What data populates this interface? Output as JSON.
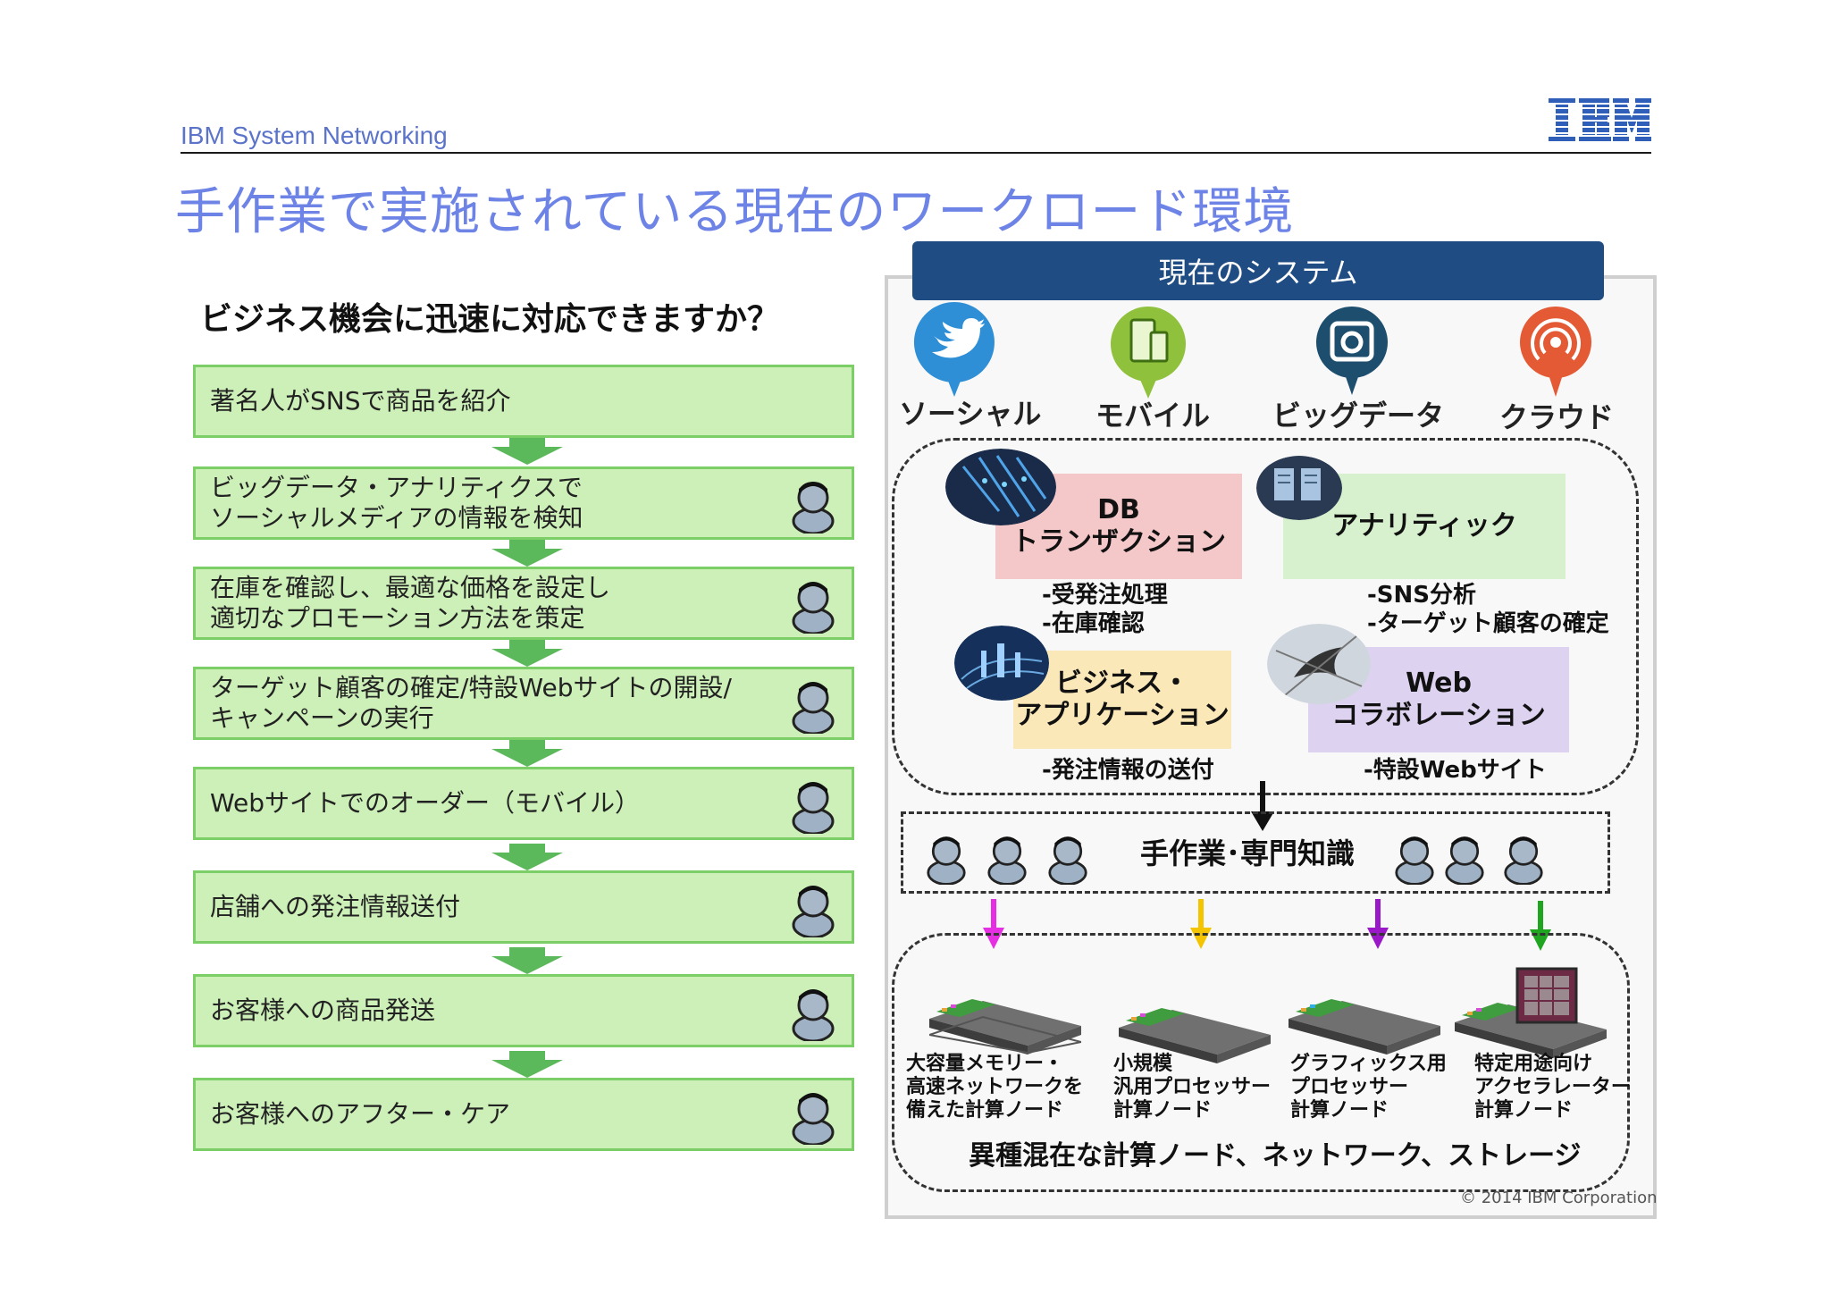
{
  "header": {
    "brand": "IBM System Networking",
    "logo_text": "IBM",
    "title": "手作業で実施されている現在のワークロード環境"
  },
  "left": {
    "question": "ビジネス機会に迅速に対応できますか？",
    "steps": [
      {
        "text": "著名人がSNSで商品を紹介",
        "person": false
      },
      {
        "text": "ビッグデータ・アナリティクスで\nソーシャルメディアの情報を検知",
        "person": true
      },
      {
        "text": "在庫を確認し、最適な価格を設定し\n適切なプロモーション方法を策定",
        "person": true
      },
      {
        "text": "ターゲット顧客の確定/特設Webサイトの開設/\nキャンペーンの実行",
        "person": true
      },
      {
        "text": "Webサイトでのオーダー（モバイル）",
        "person": true
      },
      {
        "text": "店舗への発注情報送付",
        "person": true
      },
      {
        "text": "お客様への商品発送",
        "person": true
      },
      {
        "text": "お客様へのアフター・ケア",
        "person": true
      }
    ]
  },
  "panel": {
    "header": "現在のシステム",
    "channels": [
      {
        "label": "ソーシャル",
        "icon": "twitter-bird-icon",
        "color": "#2f8fd6"
      },
      {
        "label": "モバイル",
        "icon": "mobile-phone-icon",
        "color": "#8fc13c"
      },
      {
        "label": "ビッグデータ",
        "icon": "camera-icon",
        "color": "#1d4e6e"
      },
      {
        "label": "クラウド",
        "icon": "broadcast-icon",
        "color": "#e35a34"
      }
    ],
    "workloads": [
      {
        "title": "DB\nトランザクション",
        "sub": "-受発注処理\n-在庫確認",
        "color": "#f4c7c9"
      },
      {
        "title": "アナリティック",
        "sub": "-SNS分析\n-ターゲット顧客の確定",
        "color": "#d7f1cf"
      },
      {
        "title": "ビジネス・\nアプリケーション",
        "sub": "-発注情報の送付",
        "color": "#fbe8b8"
      },
      {
        "title": "Web\nコラボレーション",
        "sub": "-特設Webサイト",
        "color": "#ddd2f0"
      }
    ],
    "manual_label": "手作業･専門知識",
    "arrow_colors": [
      "#e62ee3",
      "#f5c400",
      "#9b18c9",
      "#1fa51f"
    ],
    "nodes": [
      {
        "label": "大容量メモリー・\n高速ネットワークを\n備えた計算ノード"
      },
      {
        "label": "小規模\n汎用プロセッサー\n計算ノード"
      },
      {
        "label": "グラフィックス用\nプロセッサー\n計算ノード"
      },
      {
        "label": "特定用途向け\nアクセラレーター\n計算ノード"
      }
    ],
    "infra_caption": "異種混在な計算ノード、ネットワーク、ストレージ"
  },
  "footer": {
    "copyright": "© 2014 IBM Corporation"
  }
}
